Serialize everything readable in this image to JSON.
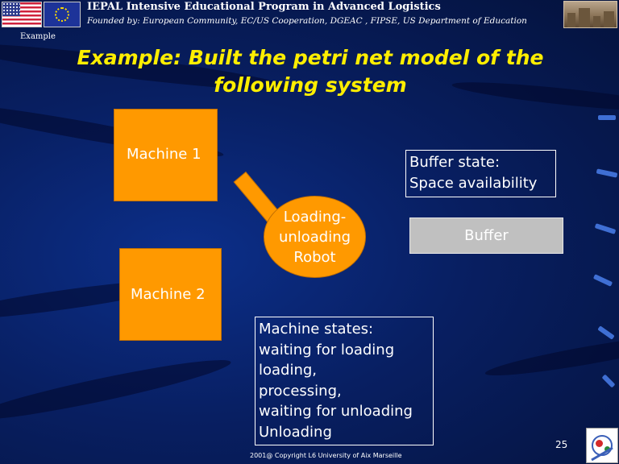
{
  "header": {
    "title": "IEPAL Intensive Educational Program in Advanced Logistics",
    "subtitle": "Founded by: European Community, EC/US Cooperation, DGEAC , FIPSE, US Department of Education",
    "section": "Example"
  },
  "slide": {
    "title_line1": "Example: Built the petri net model of the",
    "title_line2": "following system"
  },
  "diagram": {
    "machine1": "Machine 1",
    "machine2": "Machine 2",
    "robot_lines": [
      "Loading-",
      "unloading",
      "Robot"
    ],
    "buffer_state_lines": [
      "Buffer state:",
      "Space availability"
    ],
    "buffer": "Buffer",
    "machine_states_lines": [
      "Machine states:",
      "waiting for loading",
      "loading,",
      "processing,",
      "waiting for unloading",
      "Unloading"
    ]
  },
  "footer": {
    "page_number": "25",
    "copyright": "2001@ Copyright  L6 University of Aix Marseille"
  },
  "colors": {
    "background": "#081f62",
    "title": "#ffee00",
    "shape_fill": "#ff9900",
    "buffer_fill": "#c0c0c0",
    "text": "#ffffff"
  }
}
